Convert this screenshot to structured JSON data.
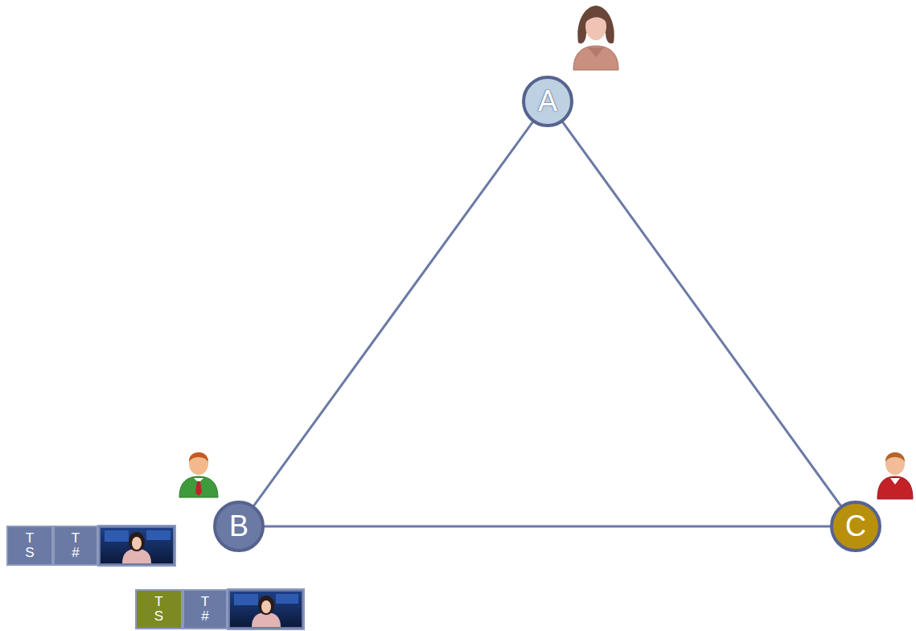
{
  "diagram": {
    "nodes": [
      {
        "text": [
          "A"
        ]
      },
      {
        "text": [
          "B"
        ]
      },
      {
        "text": [
          "C"
        ]
      },
      {
        "text": [
          "T S"
        ]
      },
      {
        "text": [
          "T #"
        ]
      },
      {
        "text": [
          "T S"
        ]
      },
      {
        "text": [
          "T #"
        ]
      }
    ],
    "edges": [
      {
        "from": 0,
        "to": 1,
        "arrow": "none"
      },
      {
        "from": 1,
        "to": 2,
        "arrow": "none"
      },
      {
        "from": 0,
        "to": 2,
        "arrow": "none"
      }
    ]
  }
}
